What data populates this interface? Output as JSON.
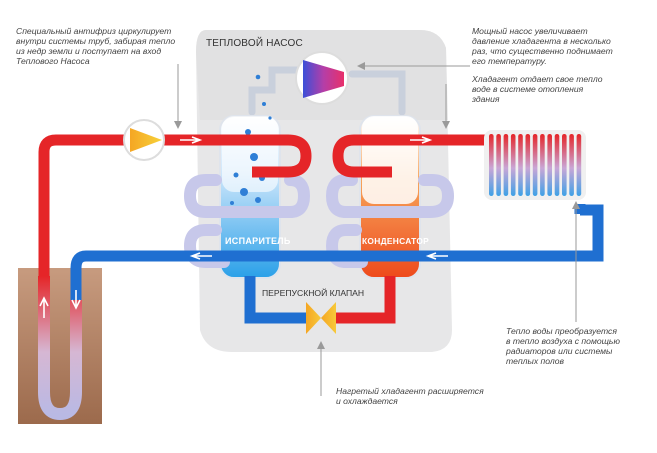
{
  "title": "ТЕПЛОВОЙ НАСОС",
  "labels": {
    "evaporator": "ИСПАРИТЕЛЬ",
    "condenser": "КОНДЕНСАТОР",
    "bypass_valve": "ПЕРЕПУСКНОЙ КЛАПАН"
  },
  "notes": {
    "antifreeze": "Специальный антифриз циркулирует\nвнутри системы труб, забирая тепло\nиз недр земли и поступает на вход\nТеплового Насоса",
    "compressor": "Мощный насос увеличивает\nдавление хладагента в несколько\nраз, что существенно поднимает\nего температуру.",
    "heat_transfer": "Хладагент отдает свое тепло\nводе в системе отопления\nздания",
    "radiators": "Тепло воды преобразуется\nв тепло воздуха с помощью\nрадиаторов или системы\nтеплых полов",
    "expansion": "Нагретый хладагент расширяется\nи охлаждается"
  },
  "colors": {
    "hot": "#e52528",
    "cold": "#1f6fd1",
    "loop": "#c9c9e6",
    "casing": "#e6e6e6",
    "ground": "#a87a5c"
  }
}
